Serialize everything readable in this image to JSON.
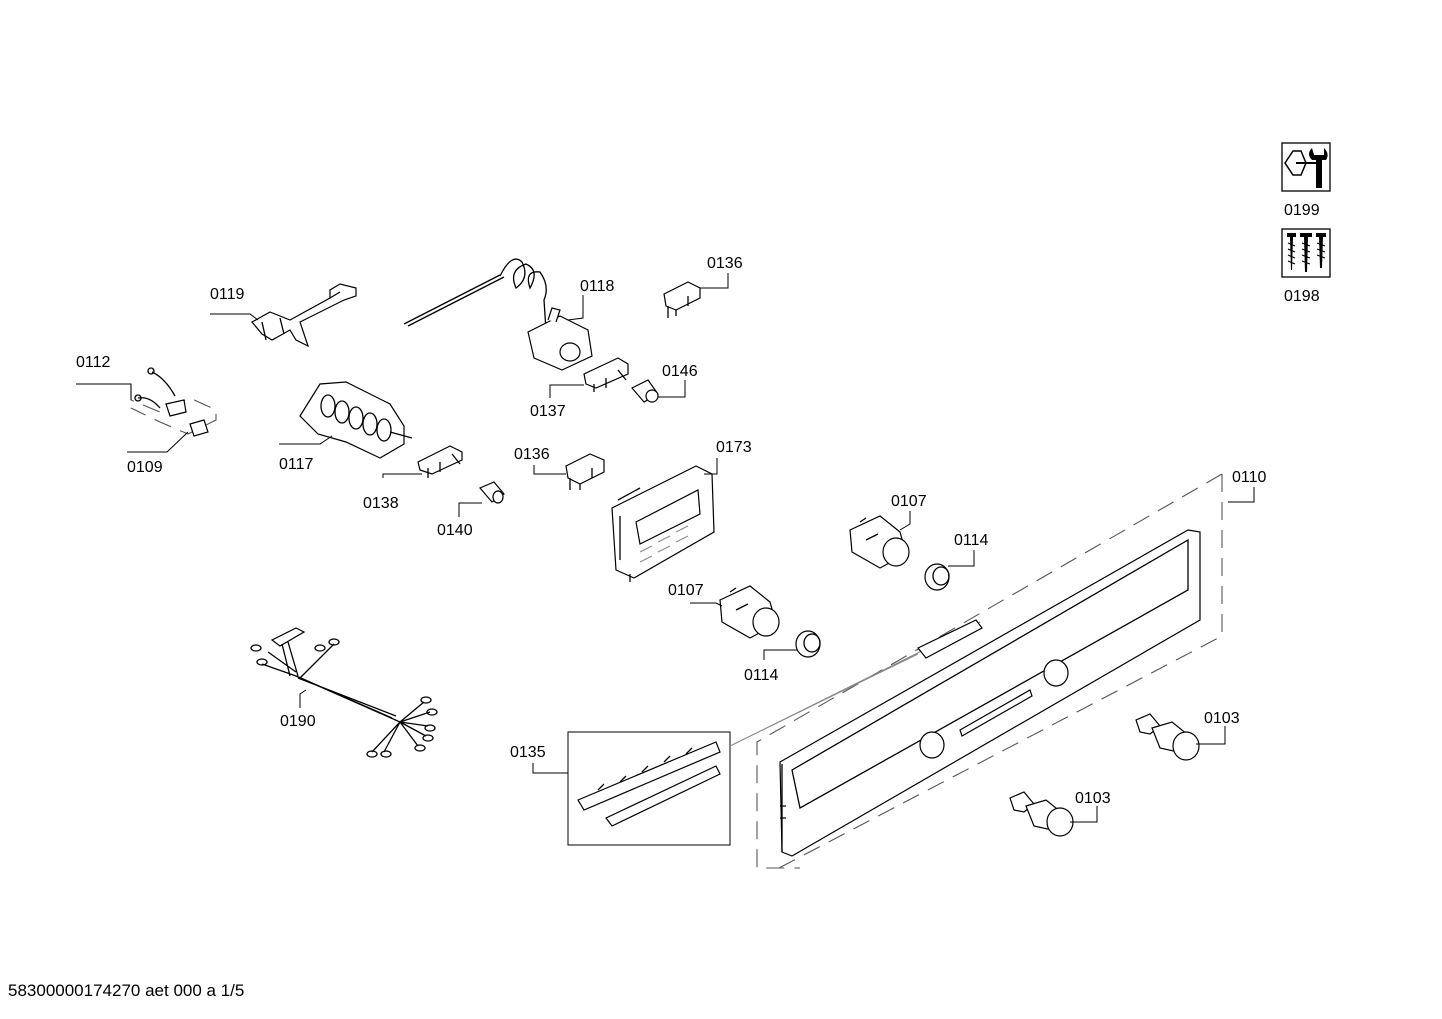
{
  "labels": {
    "p0112": "0112",
    "p0109": "0109",
    "p0119": "0119",
    "p0117": "0117",
    "p0138": "0138",
    "p0140": "0140",
    "p0118": "0118",
    "p0137": "0137",
    "p0146": "0146",
    "p0136a": "0136",
    "p0136b": "0136",
    "p0173": "0173",
    "p0107a": "0107",
    "p0107b": "0107",
    "p0114a": "0114",
    "p0114b": "0114",
    "p0110": "0110",
    "p0103a": "0103",
    "p0103b": "0103",
    "p0135": "0135",
    "p0190": "0190",
    "p0199": "0199",
    "p0198": "0198"
  },
  "footer": "58300000174270 aet 000 a 1/5",
  "icons": [
    "tool-wrench-icon",
    "screws-icon"
  ]
}
